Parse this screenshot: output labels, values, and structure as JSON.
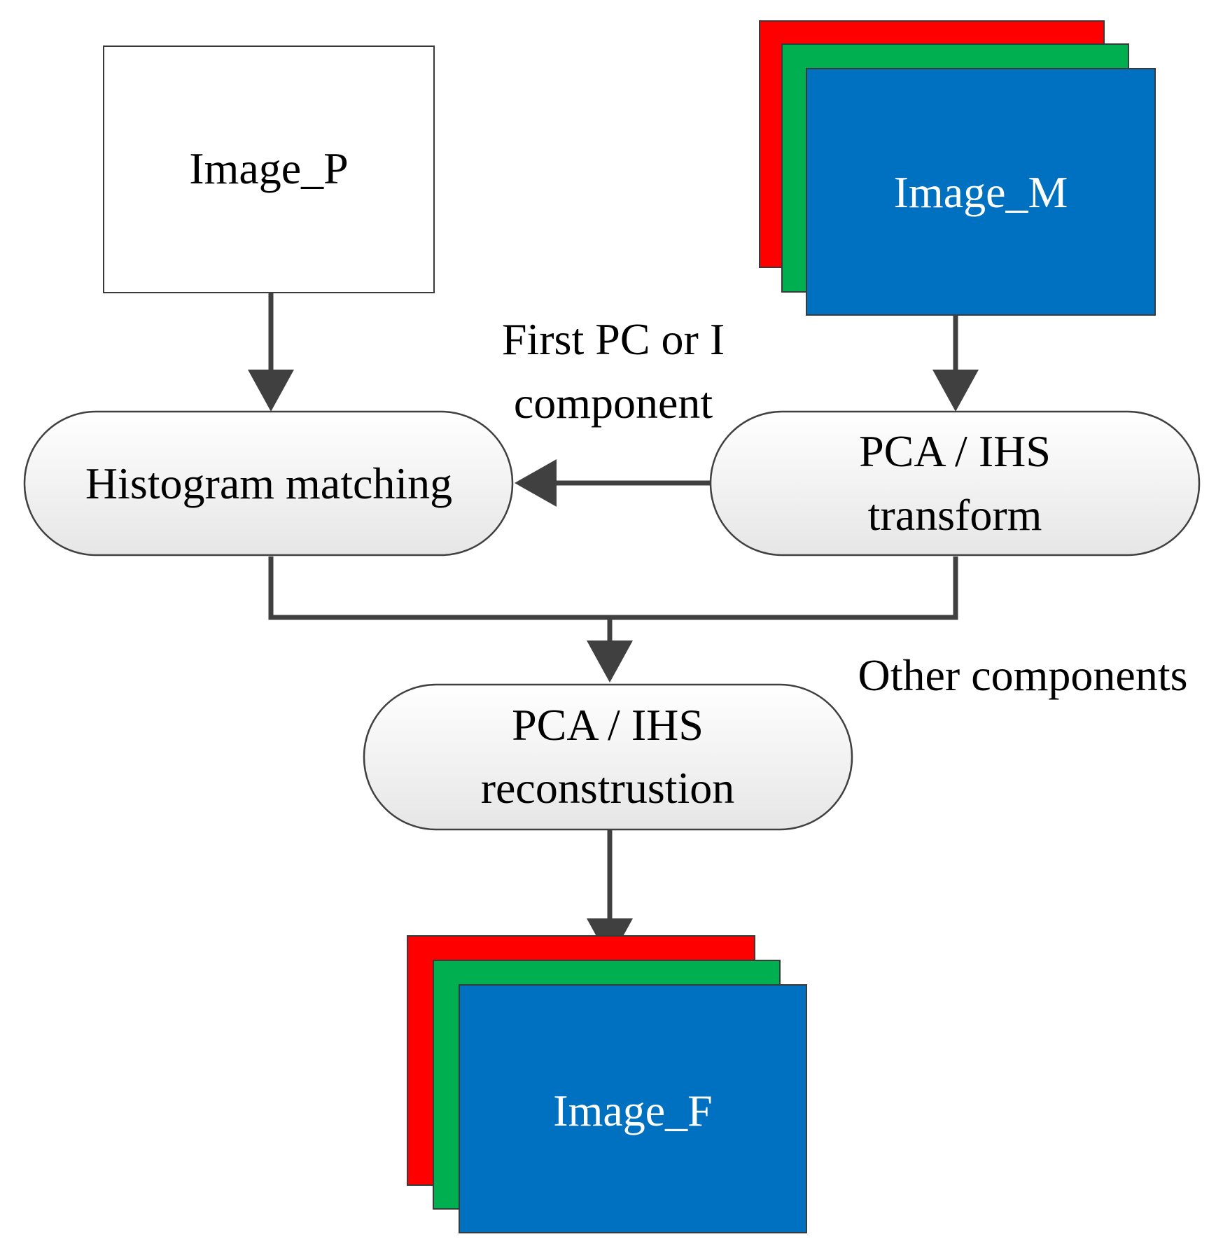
{
  "nodes": {
    "image_p": "Image_P",
    "image_m": "Image_M",
    "histogram_matching": "Histogram matching",
    "transform": {
      "line1": "PCA / IHS",
      "line2": "transform"
    },
    "reconstruction": {
      "line1": "PCA / IHS",
      "line2": "reconstrustion"
    },
    "image_f": "Image_F"
  },
  "edge_labels": {
    "first_pc": {
      "line1": "First PC or I",
      "line2": "component"
    },
    "other_components": "Other components"
  },
  "colors": {
    "band_red": "#ff0000",
    "band_green": "#00b050",
    "band_blue": "#0070c0",
    "connector": "#404040",
    "terminator_fill_top": "#ffffff",
    "terminator_fill_bottom": "#e6e6e6"
  }
}
